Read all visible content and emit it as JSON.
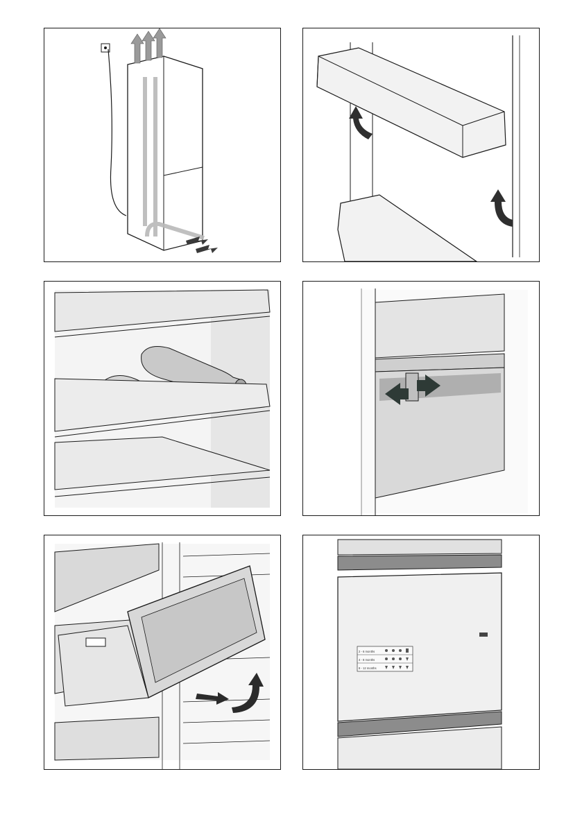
{
  "panels": [
    {
      "id": "ventilation",
      "icon": "air-flow-arrows"
    },
    {
      "id": "door-shelf",
      "icon": "lift-arrow"
    },
    {
      "id": "bottle-rack",
      "icon": "none"
    },
    {
      "id": "shelf-divider",
      "icon": "double-arrow"
    },
    {
      "id": "drawer-removal",
      "icon": "pull-out-arrows"
    },
    {
      "id": "freezer-door",
      "storage_guide": {
        "rows": [
          {
            "label": "2 - 6 months"
          },
          {
            "label": "4 - 8 months"
          },
          {
            "label": "8 - 12 months"
          }
        ]
      }
    }
  ],
  "colors": {
    "line": "#1a1a1a",
    "arrow_gray": "#8a8a8a",
    "arrow_dark": "#2e3a36",
    "fill_light": "#e9e9e9"
  }
}
